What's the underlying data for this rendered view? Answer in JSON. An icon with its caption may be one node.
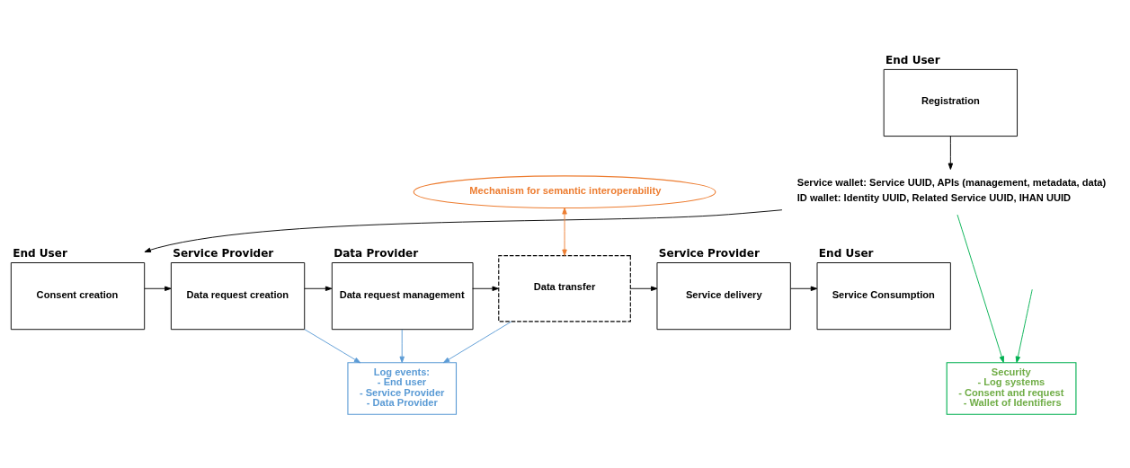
{
  "diagram": {
    "nodes": [
      {
        "text": [
          "Registration"
        ],
        "beside": [
          "End User"
        ]
      },
      {
        "text": [
          "Service wallet: Service UUID, APIs (management, metadata, data)",
          "ID wallet: Identity UUID, Related Service UUID, IHAN UUID"
        ]
      },
      {
        "text": [
          "Consent creation"
        ],
        "beside": [
          "End User"
        ]
      },
      {
        "text": [
          "Data request creation"
        ],
        "beside": [
          "Service Provider"
        ]
      },
      {
        "text": [
          "Data request management"
        ],
        "beside": [
          "Data Provider"
        ]
      },
      {
        "text": [
          "Data transfer"
        ]
      },
      {
        "text": [
          "Service delivery"
        ],
        "beside": [
          "Service Provider"
        ]
      },
      {
        "text": [
          "Service Consumption"
        ],
        "beside": [
          "End User"
        ]
      },
      {
        "text": [
          "Mechanism for semantic interoperability"
        ]
      },
      {
        "text": [
          "Security",
          "- Log systems",
          "- Consent and request",
          "- Wallet of Identifiers"
        ]
      },
      {
        "text": [
          "Log events:",
          "- End user",
          "- Service Provider",
          "- Data Provider"
        ]
      }
    ],
    "edges": [
      {
        "from": 0,
        "to": 1,
        "arrow": "to"
      },
      {
        "from": 1,
        "to": 2,
        "arrow": "to"
      },
      {
        "from": 2,
        "to": 3,
        "arrow": "to"
      },
      {
        "from": 3,
        "to": 4,
        "arrow": "to"
      },
      {
        "from": 4,
        "to": 5,
        "arrow": "to"
      },
      {
        "from": 5,
        "to": 6,
        "arrow": "to"
      },
      {
        "from": 6,
        "to": 7,
        "arrow": "to"
      },
      {
        "from": 8,
        "to": 5,
        "arrow": "both",
        "color": "#ed7d31"
      },
      {
        "from": 1,
        "to": 9,
        "arrow": "to",
        "color": "#00b050"
      },
      {
        "from": null,
        "to": 9,
        "arrow": "to",
        "color": "#00b050"
      },
      {
        "from": 3,
        "to": 10,
        "arrow": "to",
        "color": "#5b9bd5"
      },
      {
        "from": 4,
        "to": 10,
        "arrow": "to",
        "color": "#5b9bd5"
      },
      {
        "from": 5,
        "to": 10,
        "arrow": "to",
        "color": "#5b9bd5"
      }
    ]
  }
}
